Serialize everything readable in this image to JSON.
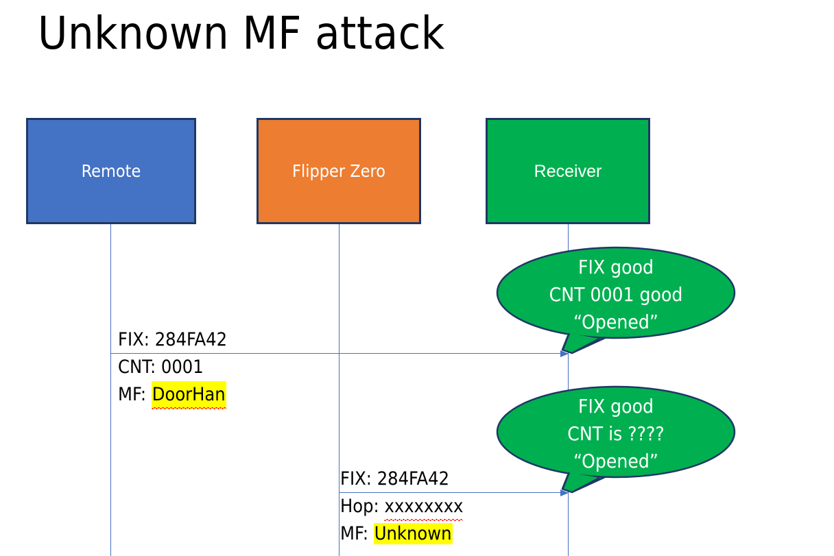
{
  "slide": {
    "title": "Unknown MF attack"
  },
  "colors": {
    "remote_fill": "#4472C4",
    "flipper_fill": "#ED7D31",
    "receiver_fill": "#00B050",
    "box_border": "#1F3864",
    "lifeline": "#4472C4",
    "arrow": "#4472C4",
    "highlight": "#FFFF00",
    "spellcheck": "#FF0000",
    "bubble_fill": "#00B050",
    "bubble_border": "#1F3864",
    "text": "#000000",
    "box_text": "#FFFFFF"
  },
  "actors": [
    {
      "id": "remote",
      "label": "Remote"
    },
    {
      "id": "flipper",
      "label": "Flipper Zero"
    },
    {
      "id": "receiver",
      "label": "Receiver"
    }
  ],
  "messages": [
    {
      "id": "msg-1",
      "from": "remote",
      "to": "receiver",
      "lines": [
        {
          "label": "FIX:",
          "value": "284FA42",
          "highlight": false,
          "spellcheck": false
        },
        {
          "label": "CNT:",
          "value": "0001",
          "highlight": false,
          "spellcheck": false
        },
        {
          "label": "MF:",
          "value": "DoorHan",
          "highlight": true,
          "spellcheck": true
        }
      ]
    },
    {
      "id": "msg-2",
      "from": "flipper",
      "to": "receiver",
      "lines": [
        {
          "label": "FIX:",
          "value": "284FA42",
          "highlight": false,
          "spellcheck": false
        },
        {
          "label": "Hop:",
          "value": "xxxxxxxx",
          "highlight": false,
          "spellcheck": true
        },
        {
          "label": "MF:",
          "value": "Unknown",
          "highlight": true,
          "spellcheck": false
        }
      ]
    }
  ],
  "bubbles": [
    {
      "id": "bubble-1",
      "attached_to": "receiver",
      "lines": [
        "FIX good",
        "CNT 0001 good",
        "“Opened”"
      ]
    },
    {
      "id": "bubble-2",
      "attached_to": "receiver",
      "lines": [
        "FIX good",
        "CNT is ????",
        "“Opened”"
      ]
    }
  ]
}
